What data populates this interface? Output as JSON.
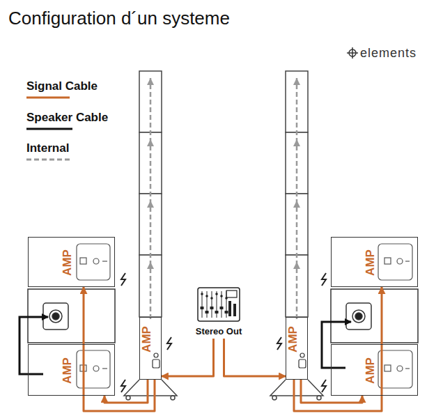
{
  "diagram": {
    "title": "Configuration d´un systeme",
    "nodes": [
      {
        "text": [
          "AMP"
        ]
      },
      {
        "text": [
          "AMP"
        ]
      },
      {
        "text": [
          "AMP"
        ]
      },
      {
        "text": [
          "Stereo Out"
        ]
      },
      {
        "text": [
          "AMP"
        ]
      },
      {
        "text": [
          "AMP"
        ]
      },
      {
        "text": [
          "AMP"
        ]
      }
    ],
    "edges": [
      {
        "from": 3,
        "to": 2,
        "arrow": "to"
      },
      {
        "from": 3,
        "to": 4,
        "arrow": "to"
      },
      {
        "from": 2,
        "to": 0,
        "arrow": "to"
      },
      {
        "from": 2,
        "to": 1,
        "arrow": "to"
      },
      {
        "from": 4,
        "to": 5,
        "arrow": "to"
      },
      {
        "from": 4,
        "to": 6,
        "arrow": "to"
      }
    ],
    "labels": [
      "elements"
    ],
    "legend": [
      {
        "text": "Signal Cable"
      },
      {
        "text": "Speaker Cable"
      },
      {
        "text": "Internal"
      }
    ]
  }
}
